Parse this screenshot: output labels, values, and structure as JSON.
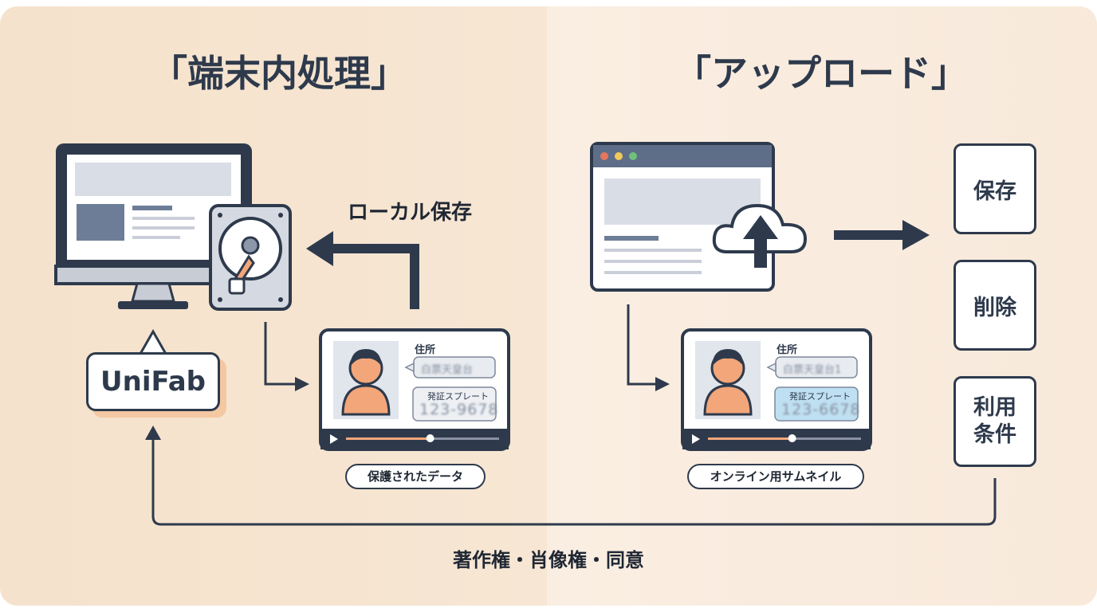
{
  "titles": {
    "left": "「端末内処理」",
    "right": "「アップロード」"
  },
  "labels": {
    "local_save": "ローカル保存",
    "bottom": "著作権・肖像権・同意"
  },
  "badge": {
    "text": "UniFab"
  },
  "left_card": {
    "address_label": "住所",
    "address_value": "白票天皇台",
    "plate_label": "発証スプレート",
    "plate_value": "123-9678",
    "caption": "保護されたデータ"
  },
  "right_card": {
    "address_label": "住所",
    "address_value": "白票天皇台1",
    "plate_label": "発証スプレート",
    "plate_value": "123-6678",
    "caption": "オンライン用サムネイル"
  },
  "options": {
    "save": "保存",
    "delete": "削除",
    "terms_line1": "利用",
    "terms_line2": "条件"
  },
  "icons": {
    "monitor": "desktop-monitor-icon",
    "hard_drive": "hard-drive-icon",
    "browser": "browser-window-icon",
    "cloud_upload": "cloud-upload-icon",
    "person": "person-avatar-icon",
    "play": "play-icon"
  },
  "colors": {
    "ink": "#2e3a4c",
    "accent_orange": "#f3a67a",
    "placeholder_gray": "#d9dde6",
    "highlight_blue": "#bfe0f2",
    "window_dot_red": "#e6775c",
    "window_dot_yellow": "#f2c85b",
    "window_dot_green": "#6fc07a"
  },
  "video_progress": 0.55
}
